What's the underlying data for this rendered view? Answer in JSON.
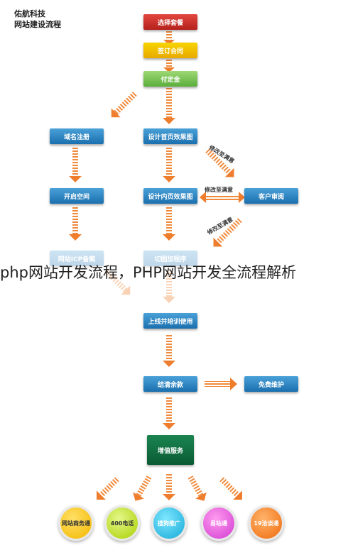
{
  "brand": {
    "line1": "佑航科技",
    "line2": "网站建设流程"
  },
  "nodes": {
    "select_package": "选择套餐",
    "sign_contract": "签订合同",
    "pay_deposit": "付定金",
    "domain_register": "域名注册",
    "homepage_design": "设计首页效果图",
    "open_space": "开启空间",
    "inner_design": "设计内页效果图",
    "customer_review": "客户审阅",
    "icp_filing": "网站ICP备案",
    "slice_program": "切图加程序",
    "launch_training": "上线并培训使用",
    "settle_balance": "结清余款",
    "free_maintenance": "免费维护",
    "value_added": "增值服务"
  },
  "notes": {
    "modify_1": "修改至满意",
    "modify_2": "修改至满意",
    "modify_3": "修改至满意"
  },
  "services": [
    "网站商务通",
    "400电话",
    "搜狗推广",
    "易站通",
    "19洽谈通"
  ],
  "overlay_text": "php网站开发流程，PHP网站开发全流程解析"
}
